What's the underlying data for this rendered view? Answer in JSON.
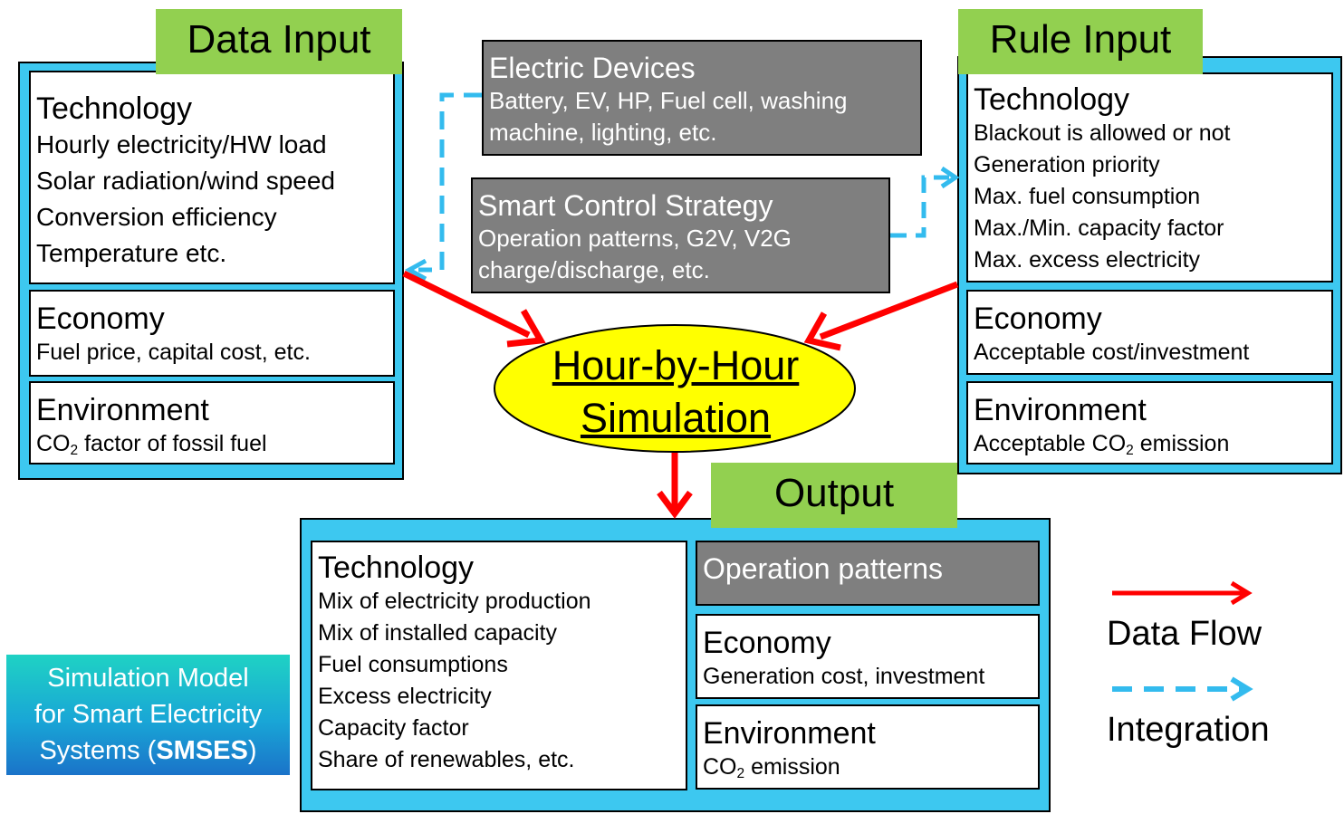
{
  "data_input": {
    "title": "Data Input",
    "technology": {
      "heading": "Technology",
      "items": [
        "Hourly electricity/HW load",
        "Solar radiation/wind speed",
        "Conversion efficiency",
        "Temperature etc."
      ]
    },
    "economy": {
      "heading": "Economy",
      "text": "Fuel price, capital cost, etc."
    },
    "environment": {
      "heading": "Environment",
      "pre": "CO",
      "sub": "2",
      "post": " factor of fossil fuel"
    }
  },
  "rule_input": {
    "title": "Rule Input",
    "technology": {
      "heading": "Technology",
      "items": [
        "Blackout is allowed or not",
        "Generation priority",
        "Max. fuel consumption",
        "Max./Min. capacity factor",
        "Max. excess electricity"
      ]
    },
    "economy": {
      "heading": "Economy",
      "text": "Acceptable cost/investment"
    },
    "environment": {
      "heading": "Environment",
      "pre": "Acceptable CO",
      "sub": "2",
      "post": " emission"
    }
  },
  "electric_devices": {
    "title": "Electric Devices",
    "lines": [
      "Battery, EV, HP, Fuel cell, washing",
      "machine, lighting, etc."
    ]
  },
  "smart_control": {
    "title": "Smart Control Strategy",
    "lines": [
      "Operation patterns, G2V, V2G",
      "charge/discharge, etc."
    ]
  },
  "simulation": {
    "line1": "Hour-by-Hour",
    "line2": "Simulation"
  },
  "output": {
    "title": "Output",
    "technology": {
      "heading": "Technology",
      "items": [
        "Mix of electricity production",
        "Mix of installed capacity",
        "Fuel consumptions",
        "Excess electricity",
        "Capacity factor",
        "Share of renewables, etc."
      ]
    },
    "operation": "Operation patterns",
    "economy": {
      "heading": "Economy",
      "text": "Generation cost, investment"
    },
    "environment": {
      "heading": "Environment",
      "pre": "CO",
      "sub": "2",
      "post": " emission"
    }
  },
  "legend": {
    "data_flow": "Data Flow",
    "integration": "Integration"
  },
  "model_label": {
    "line1": "Simulation Model",
    "line2": "for Smart Electricity",
    "line3_pre": "Systems (",
    "line3_bold": "SMSES",
    "line3_post": ")"
  },
  "colors": {
    "panel": "#3dc8f0",
    "tag": "#92d050",
    "device_box": "#7f7f7f",
    "sim_ellipse": "#ffff00",
    "data_flow_arrow": "#ff0000",
    "integration_arrow": "#33bbee"
  }
}
